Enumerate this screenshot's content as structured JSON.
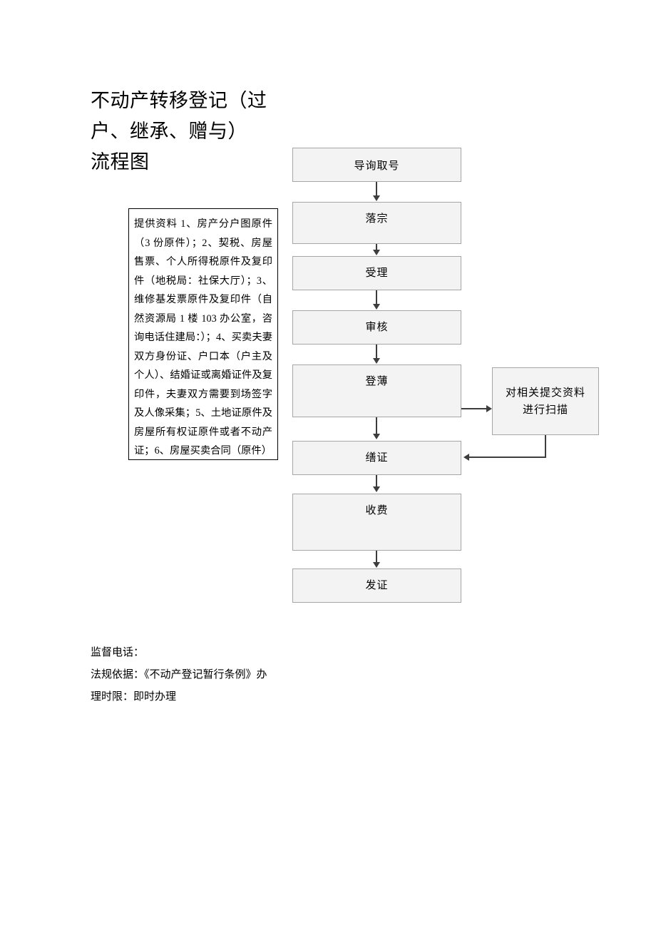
{
  "document": {
    "title": "不动产转移登记（过\n户、继承、赠与）\n流程图"
  },
  "flow": {
    "steps": [
      {
        "id": "step-consult",
        "label": "导询取号"
      },
      {
        "id": "step-luozong",
        "label": "落宗"
      },
      {
        "id": "step-accept",
        "label": "受理"
      },
      {
        "id": "step-review",
        "label": "审核"
      },
      {
        "id": "step-register",
        "label": "登薄"
      },
      {
        "id": "step-certify",
        "label": "缮证"
      },
      {
        "id": "step-fee",
        "label": "收费"
      },
      {
        "id": "step-issue",
        "label": "发证"
      }
    ],
    "side_step": {
      "id": "step-scan",
      "label": "对相关提交资料\n进行扫描"
    }
  },
  "notes": {
    "materials": "提供资料 1、房产分户图原件（3 份原件）；2、契税、房屋售票、个人所得税原件及复印件（地税局：社保大厅）；3、维修基发票原件及复印件（自然资源局 1 楼 103 办公室，咨询电话住建局：）；4、买卖夫妻双方身份证、户口本（户主及个人）、结婚证或离婚证件及复印件，夫妻双方需要到场签字及人像采集；5、土地证原件及房屋所有权证原件或者不动产证；6、房屋买卖合同（原件）"
  },
  "footer": {
    "lines": [
      "监督电话：",
      "法规依据：《不动产登记暂行条例》办",
      "理时限：即时办理"
    ]
  }
}
